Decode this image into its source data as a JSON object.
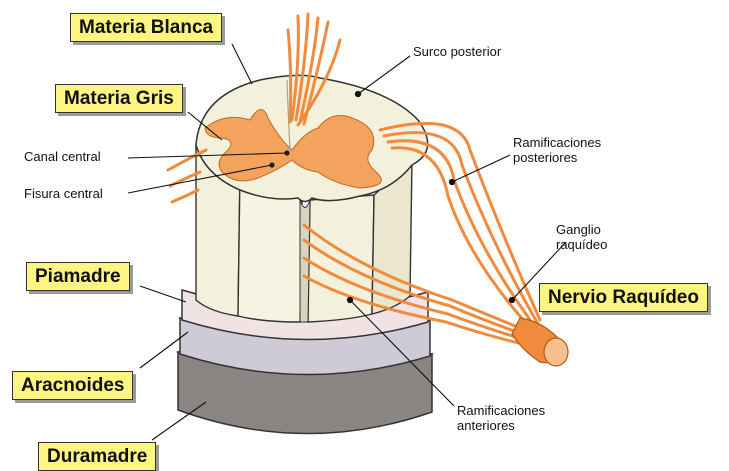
{
  "diagram": {
    "callouts": {
      "materia_blanca": "Materia Blanca",
      "materia_gris": "Materia Gris",
      "piamadre": "Piamadre",
      "aracnoides": "Aracnoides",
      "duramadre": "Duramadre",
      "nervio_raquideo": "Nervio Raquídeo"
    },
    "labels": {
      "surco_posterior": "Surco posterior",
      "canal_central": "Canal central",
      "fisura_central": "Fisura central",
      "ramificaciones_posteriores": [
        "Ramificaciones",
        "posteriores"
      ],
      "ganglio_raquideo": [
        "Ganglio",
        "raquídeo"
      ],
      "ramificaciones_anteriores": [
        "Ramificaciones",
        "anteriores"
      ]
    }
  },
  "colors": {
    "callout_fill": "#fdf582",
    "nerve_orange": "#f08a3c",
    "white_matter": "#f3f0dc",
    "gray_matter": "#f4a35e",
    "piamadre": "#f1e3e4",
    "aracnoides": "#cfcbd6",
    "duramadre": "#8a8582"
  }
}
